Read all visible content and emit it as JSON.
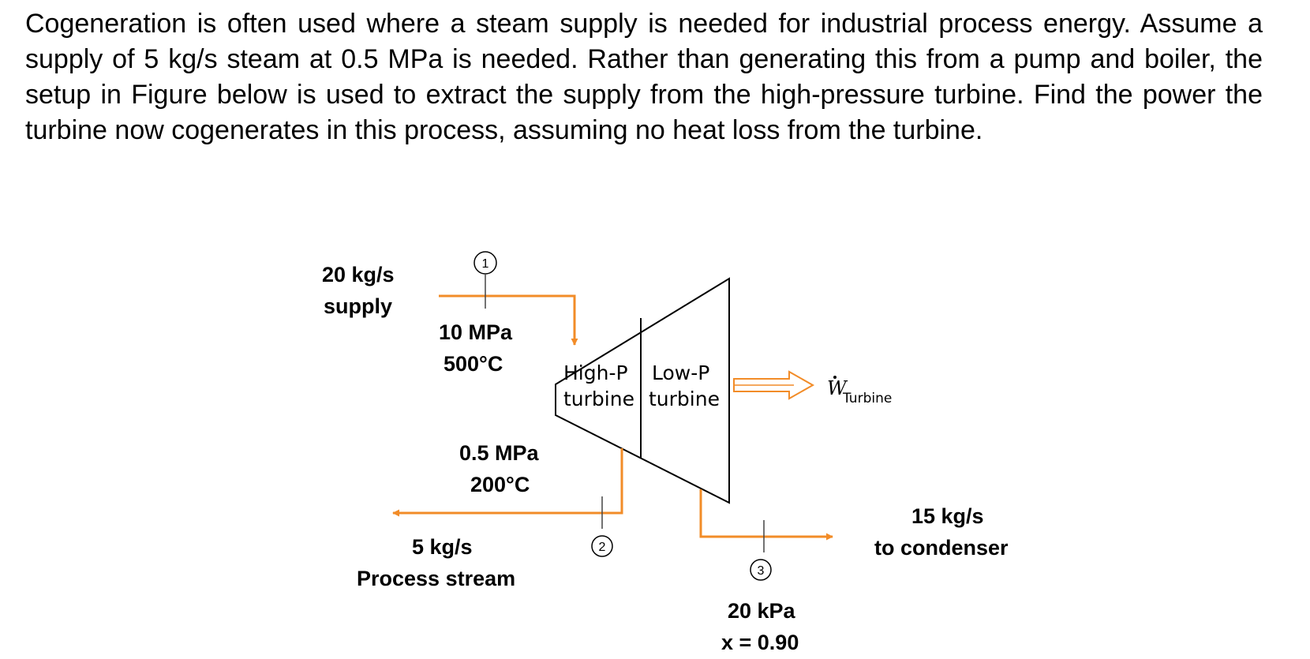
{
  "problem": {
    "text": "Cogeneration is often used where a steam supply is needed for industrial process energy. Assume a supply of 5 kg/s steam at 0.5 MPa is needed. Rather than generating this from a pump and boiler, the setup in Figure below is used to extract the supply from the high-pressure turbine. Find the power the turbine now cogenerates in this process, assuming no heat loss from the turbine."
  },
  "diagram": {
    "inlet": {
      "flow_line1": "20 kg/s",
      "flow_line2": "supply",
      "state_number": "1",
      "pressure": "10 MPa",
      "temperature": "500°C"
    },
    "turbine": {
      "high_p_line1": "High-P",
      "high_p_line2": "turbine",
      "low_p_line1": "Low-P",
      "low_p_line2": "turbine"
    },
    "work": {
      "symbol": "W",
      "subscript": "Turbine"
    },
    "extraction": {
      "pressure": "0.5 MPa",
      "temperature": "200°C",
      "state_number": "2",
      "flow_line1": "5 kg/s",
      "flow_line2": "Process stream"
    },
    "exhaust": {
      "state_number": "3",
      "pressure": "20 kPa",
      "quality": "x = 0.90",
      "flow_line1": "15 kg/s",
      "flow_line2": "to condenser"
    },
    "colors": {
      "flow_line": "#f28c28",
      "outline": "#000000"
    }
  }
}
